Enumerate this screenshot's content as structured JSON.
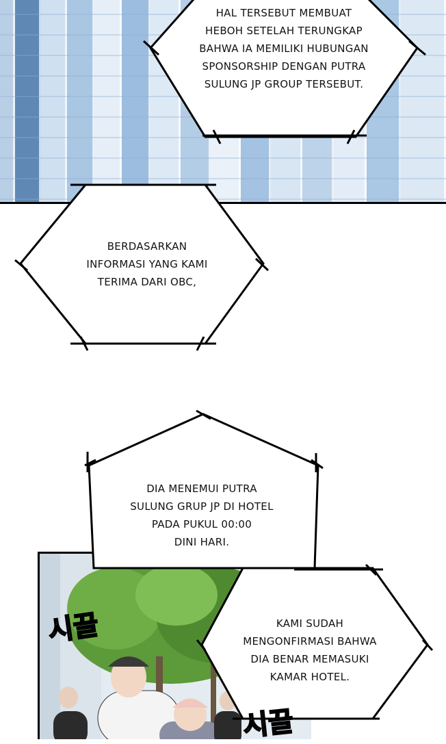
{
  "captions": [
    {
      "text": "HAL TERSEBUT MEMBUAT\nHEBOH SETELAH TERUNGKAP\nBAHWA IA MEMILIKI HUBUNGAN\nSPONSORSHIP DENGAN PUTRA\nSULUNG JP GROUP TERSEBUT."
    },
    {
      "text": "BERDASARKAN\nINFORMASI YANG KAMI\nTERIMA DARI OBC,"
    },
    {
      "text": "DIA MENEMUI PUTRA\nSULUNG GRUP JP DI HOTEL\nPADA PUKUL 00:00\nDINI HARI."
    },
    {
      "text": "KAMI SUDAH\nMENGONFIRMASI BAHWA\nDIA BENAR MEMASUKI\nKAMAR HOTEL."
    }
  ],
  "sfx": [
    "시끌",
    "시끌"
  ],
  "colors": {
    "sky": "#d6e6f5",
    "glass": "#b9d3ec",
    "foliage": "#5c9a3a",
    "ink": "#000000"
  }
}
